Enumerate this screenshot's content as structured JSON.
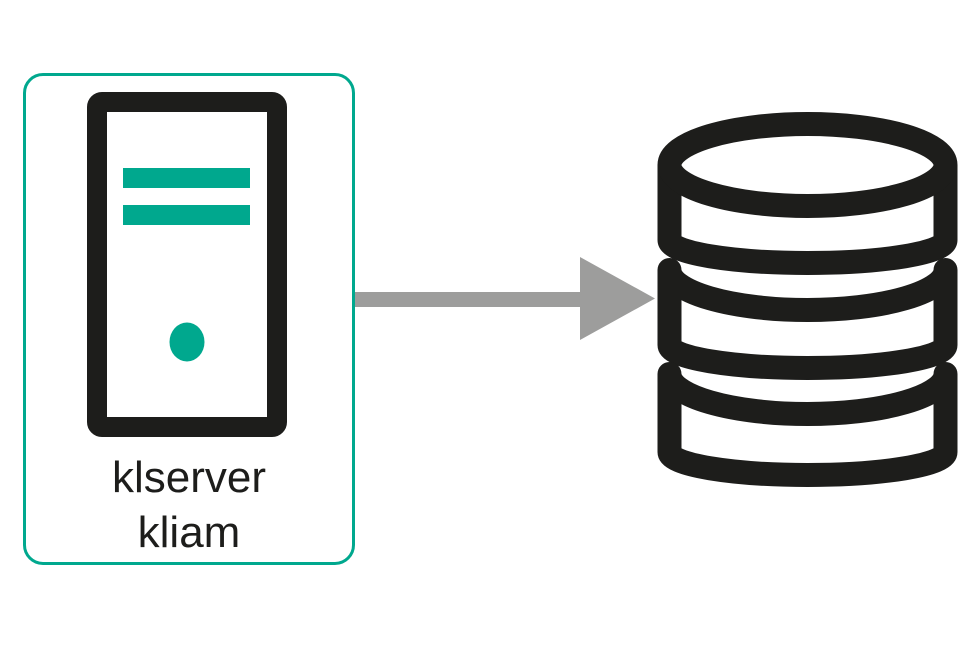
{
  "diagram": {
    "kind": "architecture-diagram",
    "background": "#ffffff",
    "nodes": [
      {
        "id": "administration-server",
        "icon": "server-icon",
        "label_lines": [
          "klserver",
          "kliam"
        ],
        "border_color": "#00a88e"
      },
      {
        "id": "database",
        "icon": "database-icon",
        "label_lines": []
      }
    ],
    "edges": [
      {
        "from": "administration-server",
        "to": "database",
        "style": "solid-arrow",
        "direction": "right",
        "color": "#9d9d9c"
      }
    ],
    "colors": {
      "accent_teal": "#00a88e",
      "icon_dark": "#1d1d1b",
      "arrow_gray": "#9d9d9c",
      "background": "#ffffff"
    }
  }
}
